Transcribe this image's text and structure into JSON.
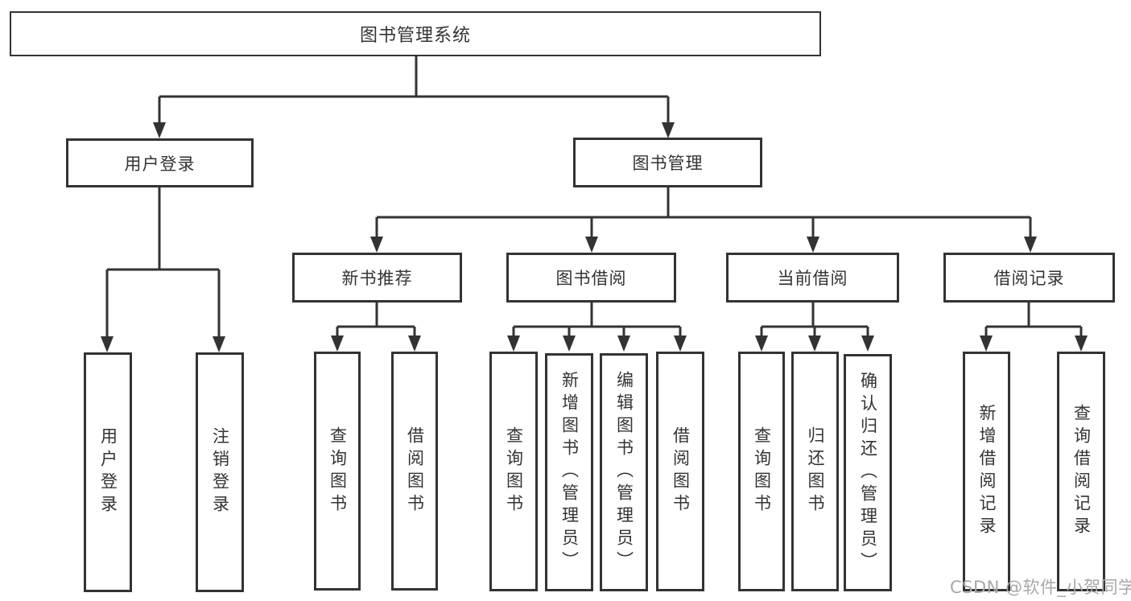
{
  "diagram": {
    "root": {
      "label": "图书管理系统",
      "children": [
        {
          "label": "用户登录",
          "children": [
            {
              "label": "用户登录"
            },
            {
              "label": "注销登录"
            }
          ]
        },
        {
          "label": "图书管理",
          "children": [
            {
              "label": "新书推荐",
              "children": [
                {
                  "label": "查询图书"
                },
                {
                  "label": "借阅图书"
                }
              ]
            },
            {
              "label": "图书借阅",
              "children": [
                {
                  "label": "查询图书"
                },
                {
                  "label": "新增图书（管理员）"
                },
                {
                  "label": "编辑图书（管理员）"
                },
                {
                  "label": "借阅图书"
                }
              ]
            },
            {
              "label": "当前借阅",
              "children": [
                {
                  "label": "查询图书"
                },
                {
                  "label": "归还图书"
                },
                {
                  "label": "确认归还（管理员）"
                }
              ]
            },
            {
              "label": "借阅记录",
              "children": [
                {
                  "label": "新增借阅记录"
                },
                {
                  "label": "查询借阅记录"
                }
              ]
            }
          ]
        }
      ]
    }
  },
  "watermark": {
    "text": "CSDN @软件_小贺同学"
  },
  "colors": {
    "line": "#333333",
    "text": "#333333",
    "watermark": "#a8a8a8",
    "background": "#ffffff"
  }
}
